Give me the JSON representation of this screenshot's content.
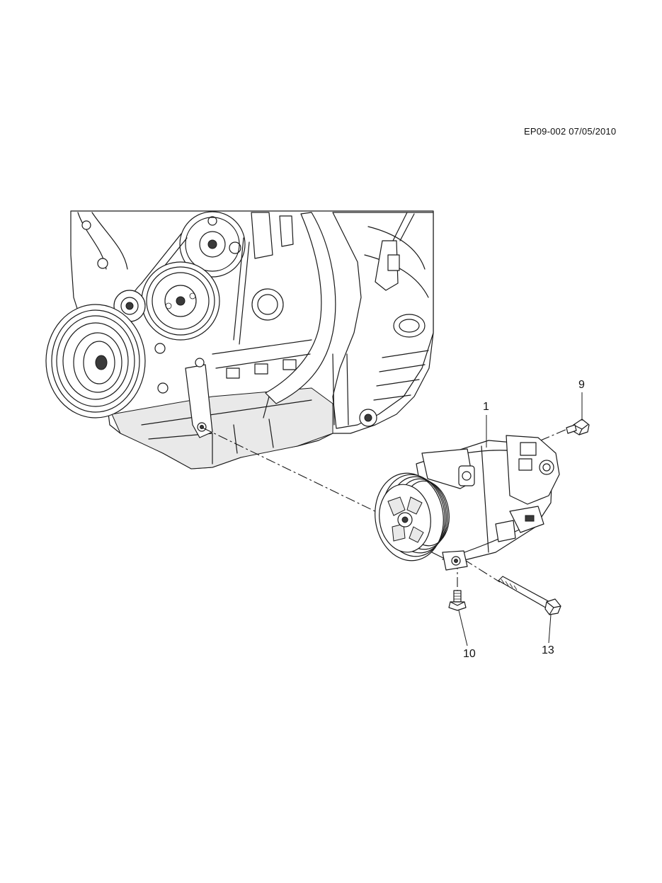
{
  "header": {
    "doc_code": "EP09-002 07/05/2010"
  },
  "callouts": {
    "c1": "1",
    "c9": "9",
    "c10": "10",
    "c13": "13"
  },
  "icons": {
    "engine": "engine-assembly-illustration",
    "compressor": "ac-compressor-illustration",
    "bolt_9": "bolt-icon",
    "bolt_10": "bolt-icon",
    "bolt_13": "long-bolt-icon"
  }
}
